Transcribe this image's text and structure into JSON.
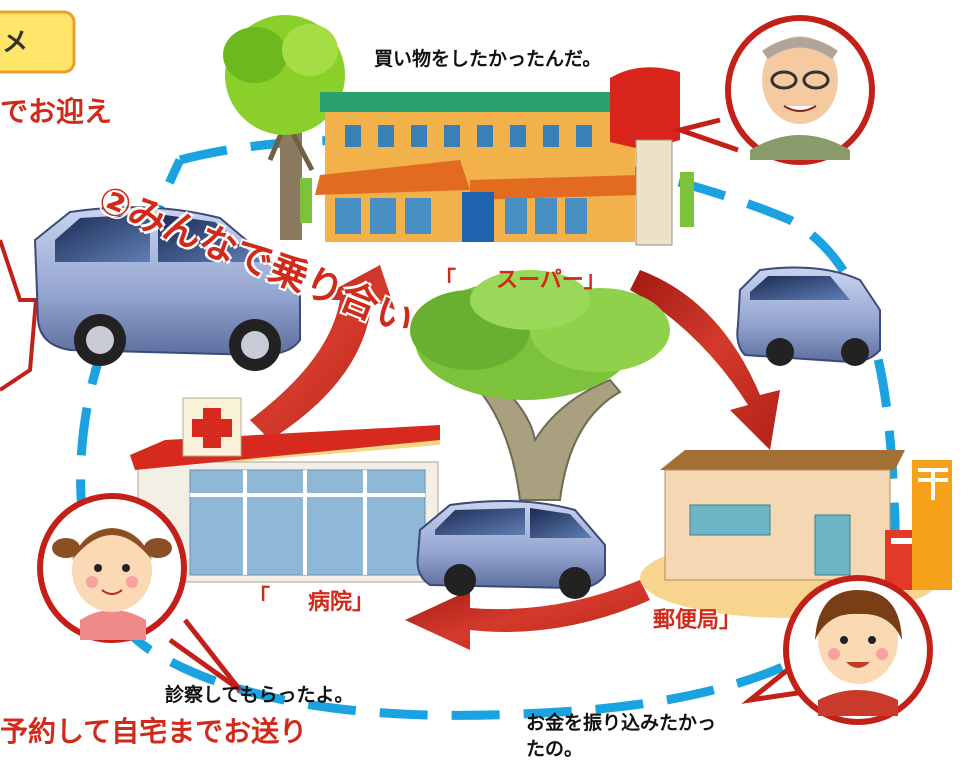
{
  "top_box_fragment": "メ",
  "top_subtitle_fragment": "でお迎え",
  "ride_share_label": "②みんなで乗り合い",
  "speech": {
    "elder": "買い物をしたかったんだ。",
    "girl": "診察してもらったよ。",
    "woman_line1": "お金を振り込みたかっ",
    "woman_line2": "たの。"
  },
  "places": {
    "supermarket_open": "「",
    "supermarket": "スーパー」",
    "hospital_open": "「",
    "hospital": "病院」",
    "post_office": "郵便局」"
  },
  "bottom_fragment": "予約して自宅までお送り",
  "colors": {
    "dashed_route": "#1aa3e0",
    "arrow": "#c0271c",
    "callout_ring": "#c3201a",
    "red_text": "#d12a1a"
  }
}
